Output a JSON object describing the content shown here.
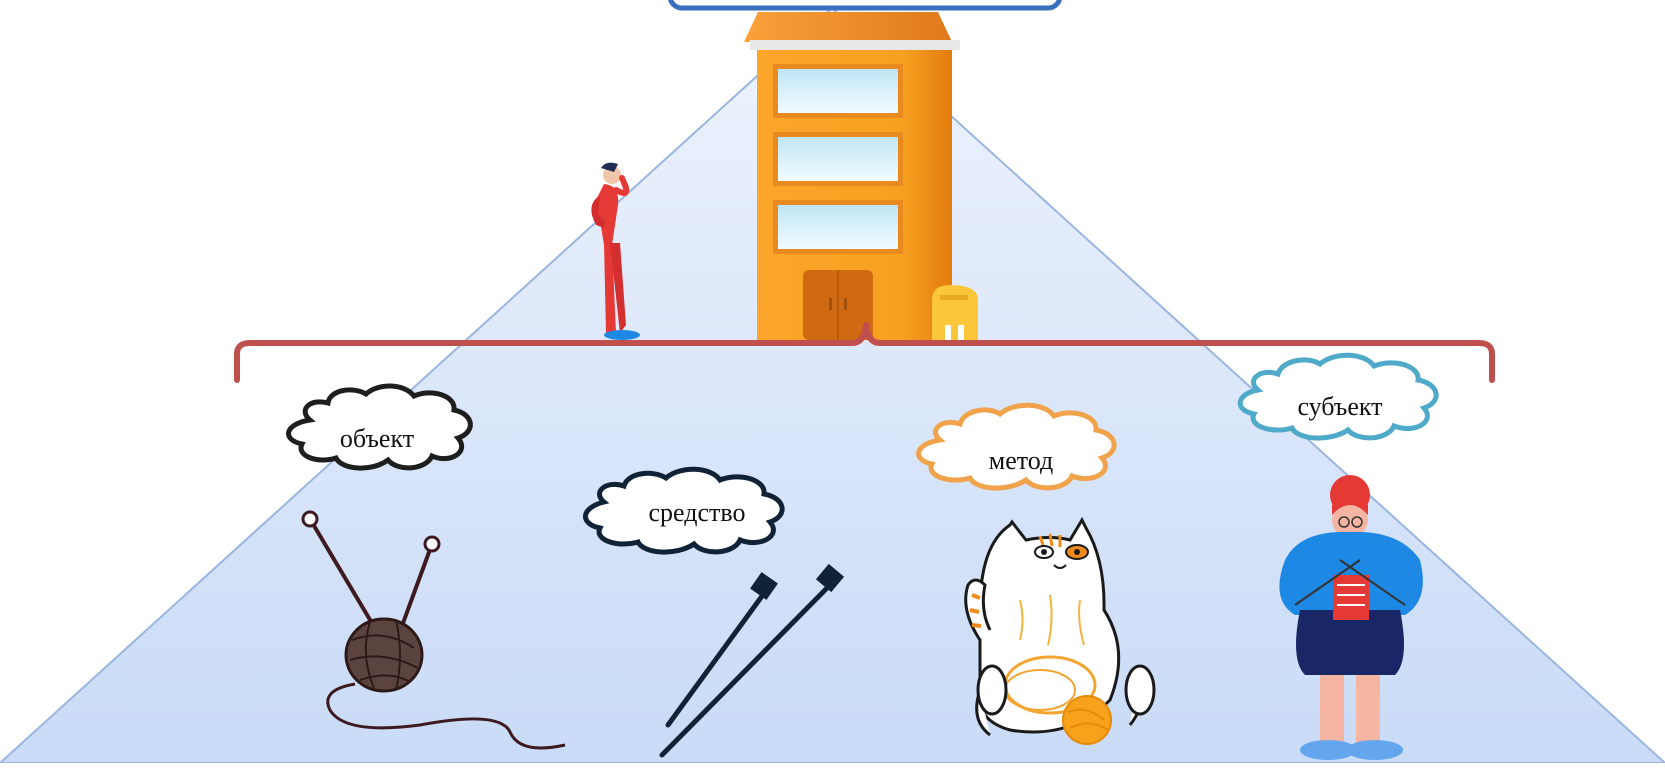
{
  "labels": {
    "object": "объект",
    "means": "средство",
    "method": "метод",
    "subject": "субъект"
  },
  "colors": {
    "pyramid_fill": "#dfe9fb",
    "pyramid_edge": "#9ab6e0",
    "brace": "#c0504d",
    "building": "#f6a623",
    "cloud_object": "#1e1e1e",
    "cloud_means": "#0f2236",
    "cloud_method": "#f0a34a",
    "cloud_subject": "#4fa9c8",
    "top_box": "#3a6fbd"
  },
  "icons": [
    "thinking-man-icon",
    "building-icon",
    "mailbox-icon",
    "yarn-ball-icon",
    "knitting-needles-icon",
    "cat-with-yarn-icon",
    "knitting-woman-icon"
  ]
}
